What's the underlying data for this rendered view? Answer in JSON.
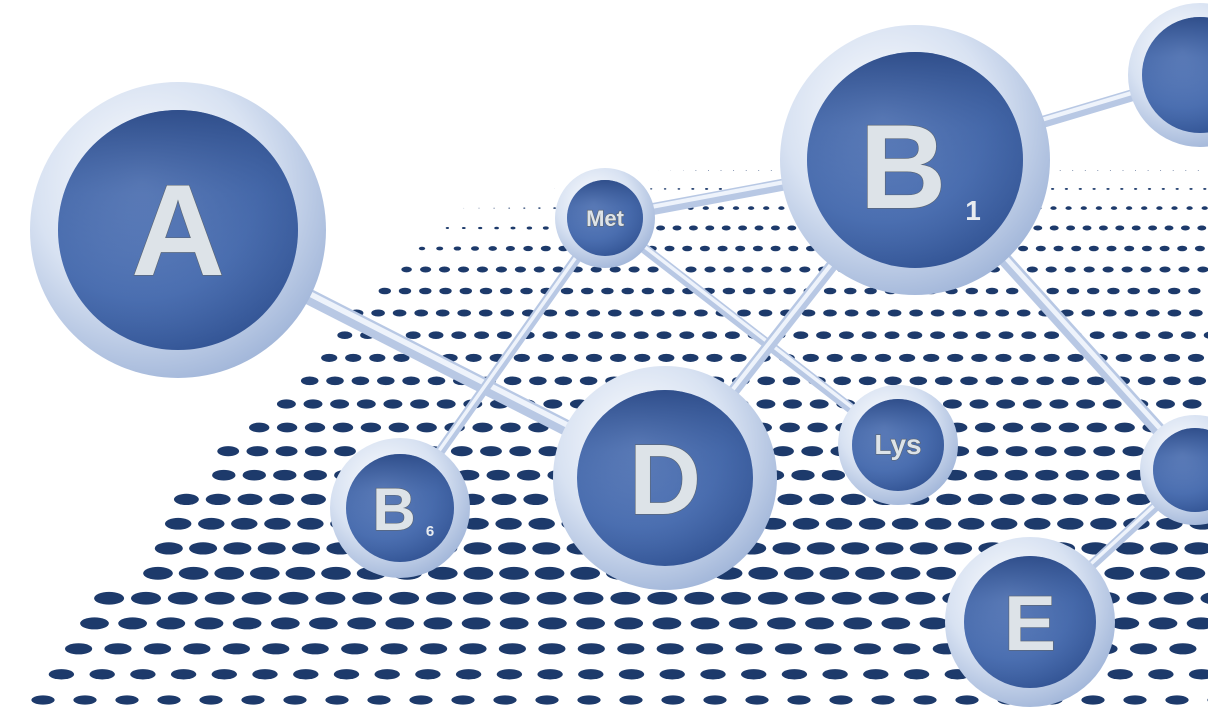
{
  "colors": {
    "dots": "#1d3a6b",
    "link": "#b8c8e4",
    "node_rim": "#d6e0f1",
    "node_face": "#4a6eb0",
    "node_face_dark": "#36589a",
    "label_fill": "#dde3e8"
  },
  "nodes": {
    "a": {
      "label": "A",
      "sub": ""
    },
    "b1": {
      "label": "B",
      "sub": "1"
    },
    "met": {
      "label": "Met",
      "sub": ""
    },
    "d": {
      "label": "D",
      "sub": ""
    },
    "b6": {
      "label": "B",
      "sub": "6"
    },
    "lys": {
      "label": "Lys",
      "sub": ""
    },
    "e": {
      "label": "E",
      "sub": ""
    },
    "top_right": {
      "label": "",
      "sub": ""
    },
    "mid_right": {
      "label": "",
      "sub": ""
    }
  }
}
